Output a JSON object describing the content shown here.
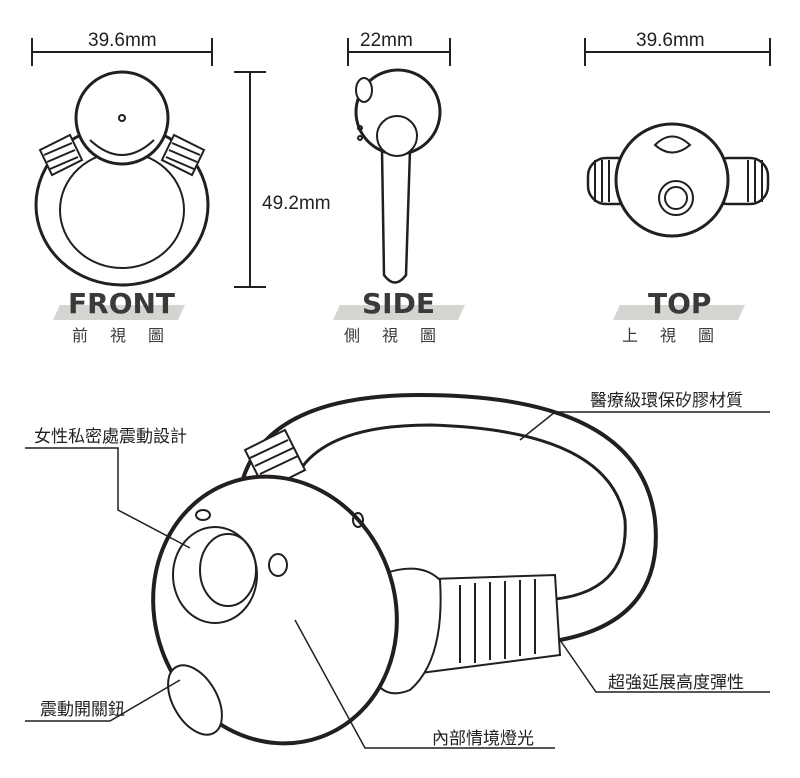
{
  "dimensions": {
    "front_width": "39.6mm",
    "height": "49.2mm",
    "side_width": "22mm",
    "top_width": "39.6mm"
  },
  "views": [
    {
      "title": "FRONT",
      "subtitle": "前視圖"
    },
    {
      "title": "SIDE",
      "subtitle": "側視圖"
    },
    {
      "title": "TOP",
      "subtitle": "上視圖"
    }
  ],
  "callouts": {
    "material": "醫療級環保矽膠材質",
    "vibration_design": "女性私密處震動設計",
    "elasticity": "超強延展高度彈性",
    "power_button": "震動開關鈕",
    "ambient_light": "內部情境燈光"
  },
  "colors": {
    "line": "#231f20",
    "band": "#d4d4d0"
  }
}
